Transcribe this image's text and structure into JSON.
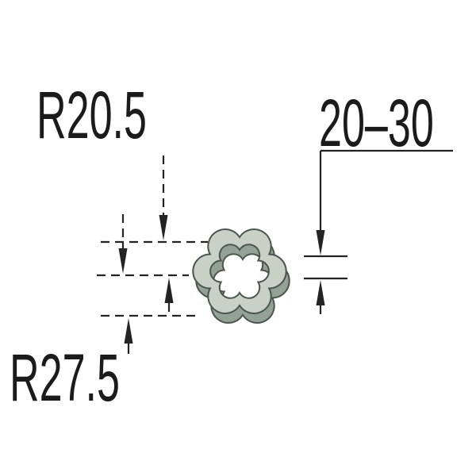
{
  "drawing": {
    "type": "technical-drawing",
    "shape": "6-lobe flower ring (hexafoil)",
    "labels": {
      "radius_small": "R20.5",
      "radius_large": "R27.5",
      "height_range": "20–30"
    },
    "colors": {
      "background": "#ffffff",
      "line": "#232323",
      "text": "#1b1b1b",
      "flower_top": "#c9d0c6",
      "flower_front": "#94a296",
      "flower_outline": "#4b564e"
    }
  }
}
